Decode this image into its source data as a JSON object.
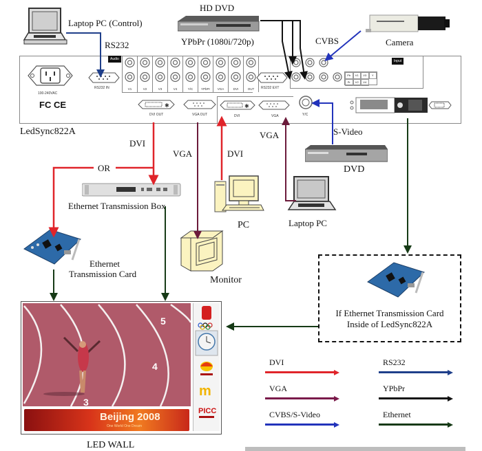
{
  "title": "LedSync822A connection diagram",
  "devices": {
    "laptop_control": "Laptop PC (Control)",
    "hd_dvd": "HD DVD",
    "ypbpr_label": "YPbPr (1080i/720p)",
    "camera": "Camera",
    "cvbs_label": "CVBS",
    "rs232_label": "RS232",
    "main_unit": "LedSync822A",
    "dvi_label_out": "DVI",
    "or_label": "OR",
    "vga_label_monitor": "VGA",
    "dvi_label_pc": "DVI",
    "vga_label_laptop": "VGA",
    "svideo_label": "S-Video",
    "dvd": "DVD",
    "eth_box": "Ethernet Transmission Box",
    "pc": "PC",
    "laptop_pc": "Laptop PC",
    "monitor": "Monitor",
    "eth_card_line1": "Ethernet",
    "eth_card_line2": "Transmission Card",
    "inside_line1": "If Ethernet Transmission Card",
    "inside_line2": "Inside of LedSync822A",
    "led_wall": "LED WALL"
  },
  "panel": {
    "power_label": "100-240VAC",
    "certs": "FC CE",
    "audio_tag": "Audio",
    "input_tag": "Input",
    "rs232_in": "RS232 IN",
    "rs232_ext": "RS232 EXT",
    "audio_ports": [
      "V1",
      "V2",
      "V3",
      "V4",
      "Y/C",
      "YPbPr",
      "VGA",
      "DVI",
      "OUT"
    ],
    "dvi_out": "DVI OUT",
    "vga_out": "VGA OUT",
    "dvi_in": "DVI",
    "vga_in": "VGA",
    "yc": "Y/C",
    "input_grid": [
      "Pb",
      "V1",
      "V3",
      "Y",
      "Pr",
      "V2",
      "V4"
    ]
  },
  "led_wall": {
    "banner_text": "Beijing 2008",
    "banner_sub": "One World One Dream",
    "lane_numbers": [
      "5",
      "4",
      "3"
    ],
    "sponsors": [
      "Beijing 2008",
      "Omega",
      "CNPC",
      "McDonald's",
      "PICC"
    ]
  },
  "legend": [
    {
      "label": "DVI",
      "color": "#e0242a"
    },
    {
      "label": "RS232",
      "color": "#1f3f8a"
    },
    {
      "label": "VGA",
      "color": "#7a1a4a"
    },
    {
      "label": "YPbPr",
      "color": "#111111"
    },
    {
      "label": "CVBS/S-Video",
      "color": "#2233bb"
    },
    {
      "label": "Ethernet",
      "color": "#163a16"
    }
  ],
  "colors": {
    "dvi": "#e0242a",
    "rs232": "#1f3f8a",
    "vga": "#6b1a3a",
    "ypbpr": "#111111",
    "cvbs": "#2233bb",
    "ethernet": "#163a16"
  }
}
